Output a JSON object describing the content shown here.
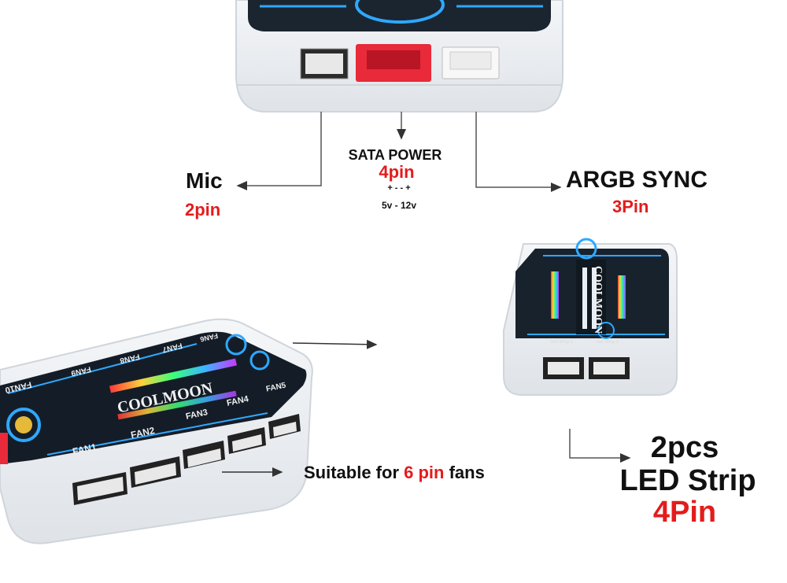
{
  "labels": {
    "mic": {
      "title": "Mic",
      "pins": "2pin"
    },
    "sata": {
      "title": "SATA POWER",
      "pins": "4pin",
      "polarity": "+ - - +",
      "voltage": "5v - 12v"
    },
    "argb": {
      "title": "ARGB SYNC",
      "pins": "3Pin"
    },
    "fans": {
      "prefix": "Suitable for ",
      "highlight": "6 pin",
      "suffix": " fans"
    },
    "led": {
      "count": "2pcs",
      "title": "LED Strip",
      "pins": "4Pin"
    }
  },
  "hub": {
    "brand": "COOLMOON",
    "ports_top": [
      "FAN10",
      "FAN9",
      "FAN8",
      "FAN7",
      "FAN6"
    ],
    "ports_bottom": [
      "FAN1",
      "FAN2",
      "FAN3",
      "FAN4",
      "FAN5"
    ],
    "led_ports": [
      "led strip 1",
      "led strip 2"
    ]
  },
  "colors": {
    "accent_red": "#e51b1b",
    "text": "#111111",
    "arrow": "#333333",
    "panel": "#15202b"
  }
}
